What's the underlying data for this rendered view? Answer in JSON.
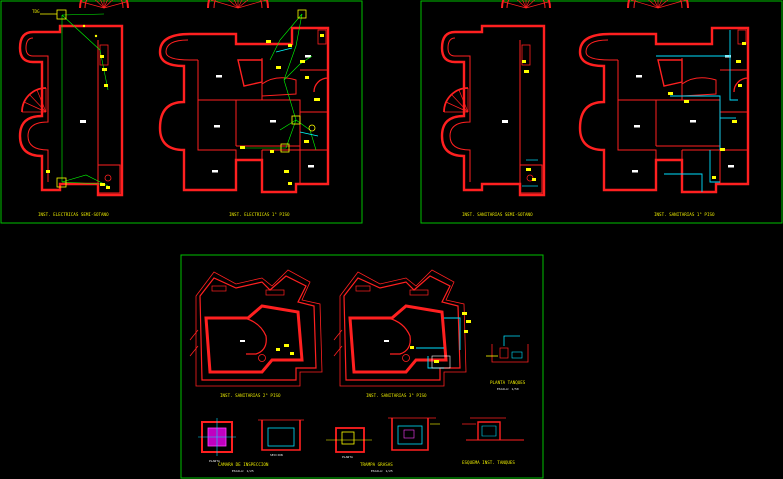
{
  "sheets": [
    {
      "titles": [
        "INST. ELECTRICAS SEMI-SOTANO",
        "INST. ELECTRICAS 1° PISO"
      ]
    },
    {
      "titles": [
        "INST. SANITARIAS SEMI-SOTANO",
        "INST. SANITARIAS 1° PISO"
      ]
    },
    {
      "titles": [
        "INST. SANITARIAS 2° PISO",
        "INST. SANITARIAS 3° PISO"
      ]
    }
  ],
  "details": {
    "tank_title": "PLANTA TANQUES",
    "tank_sub": "ESCALA: 1/50",
    "box1_title": "CAMARA DE INSPECCION",
    "box1_sub": "ESCALA: 1/25",
    "box1_left": "PLANTA",
    "box1_right": "SECCION",
    "box2_title": "TRAMPA GRASAS",
    "box2_sub": "ESCALA: 1/25",
    "box2_left": "PLANTA",
    "elev_title": "ESQUEMA INST. TANQUES"
  },
  "colors": {
    "background": "#000000",
    "frame": "#00c000",
    "walls": "#ff0000",
    "wiring": "#00ff00",
    "fixtures": "#ffff00",
    "water": "#00e0ff",
    "detail": "#ff00ff"
  }
}
